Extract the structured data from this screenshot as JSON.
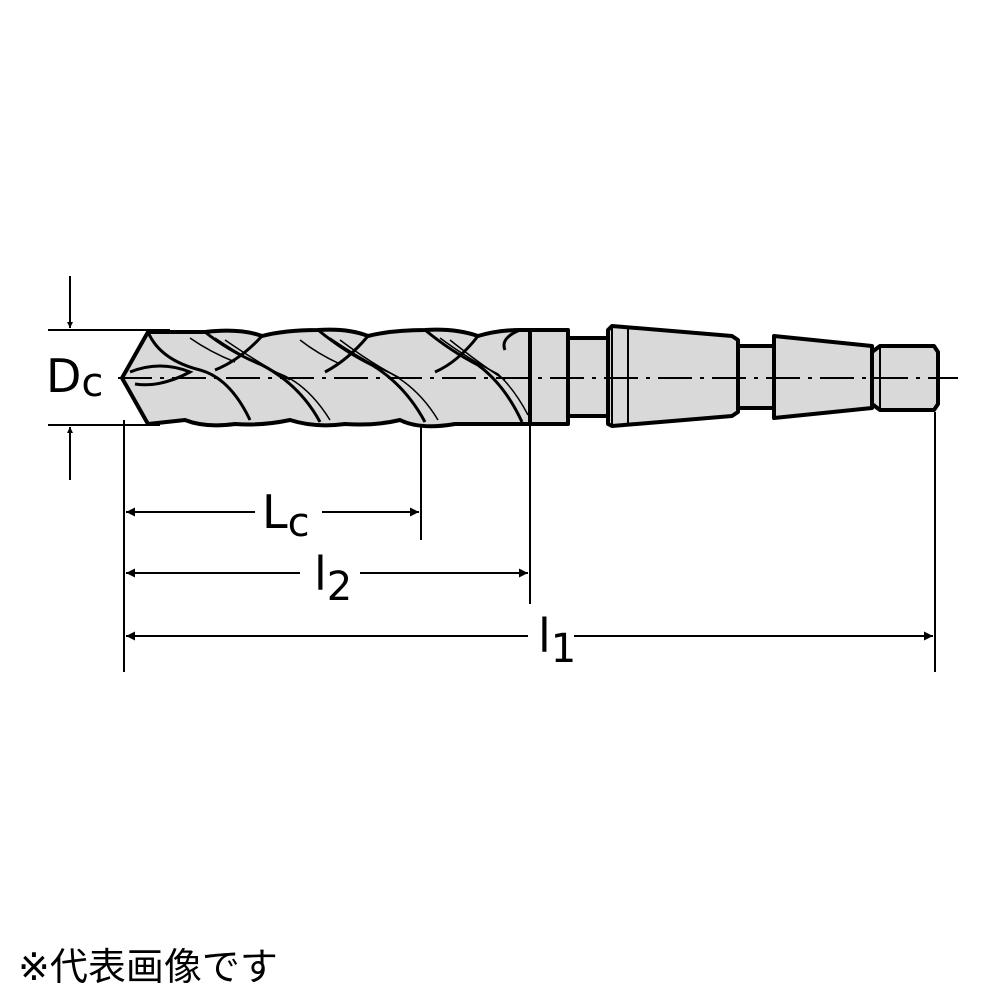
{
  "labels": {
    "dc_main": "D",
    "dc_sub": "c",
    "lc_main": "L",
    "lc_sub": "c",
    "l2_main": "l",
    "l2_sub": "2",
    "l1_main": "l",
    "l1_sub": "1"
  },
  "footnote": "※代表画像です",
  "colors": {
    "body_fill": "#d9d9d9",
    "outline": "#000000",
    "background": "#ffffff"
  }
}
